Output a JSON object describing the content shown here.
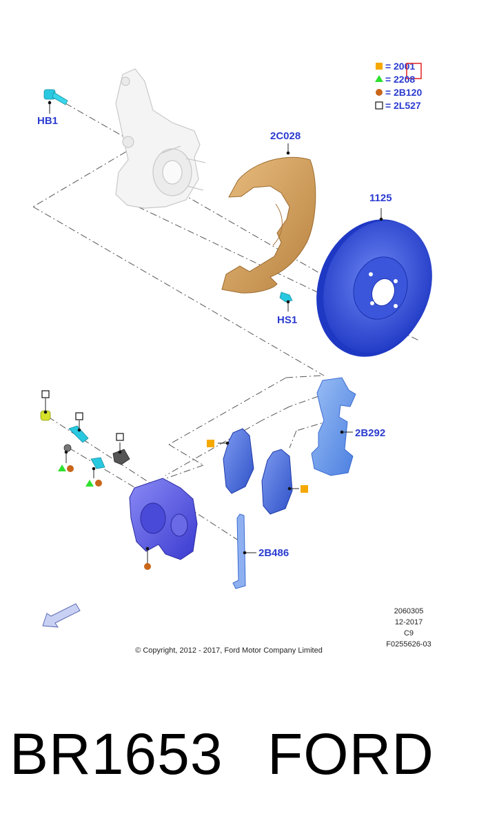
{
  "legend": [
    {
      "symbol": "orange-square",
      "eq": "=",
      "code": "2001"
    },
    {
      "symbol": "green-triangle",
      "eq": "=",
      "code": "2208"
    },
    {
      "symbol": "brown-circle",
      "eq": "=",
      "code": "2B120"
    },
    {
      "symbol": "white-square",
      "eq": "=",
      "code": "2L527"
    }
  ],
  "parts": {
    "hb1": "HB1",
    "c2028": "2C028",
    "p1125": "1125",
    "hs1": "HS1",
    "b292": "2B292",
    "b486": "2B486"
  },
  "meta": {
    "code": "2060305",
    "date": "12-2017",
    "rev": "C9",
    "figure": "F0255626-03"
  },
  "copyright": "© Copyright, 2012 - 2017, Ford Motor Company Limited",
  "footer": {
    "part_number": "BR1653",
    "brand": "FORD"
  },
  "colors": {
    "label_blue": "#2a3bd0",
    "orange": "#f5a800",
    "green": "#2ee02e",
    "brown": "#c8661a",
    "disc_blue": "#2845d8",
    "shield_tan": "#d9a15c",
    "caliper_blue": "#5a5ae8",
    "bracket_blue": "#6fa0ea",
    "fastener_cyan": "#28c8e0"
  }
}
